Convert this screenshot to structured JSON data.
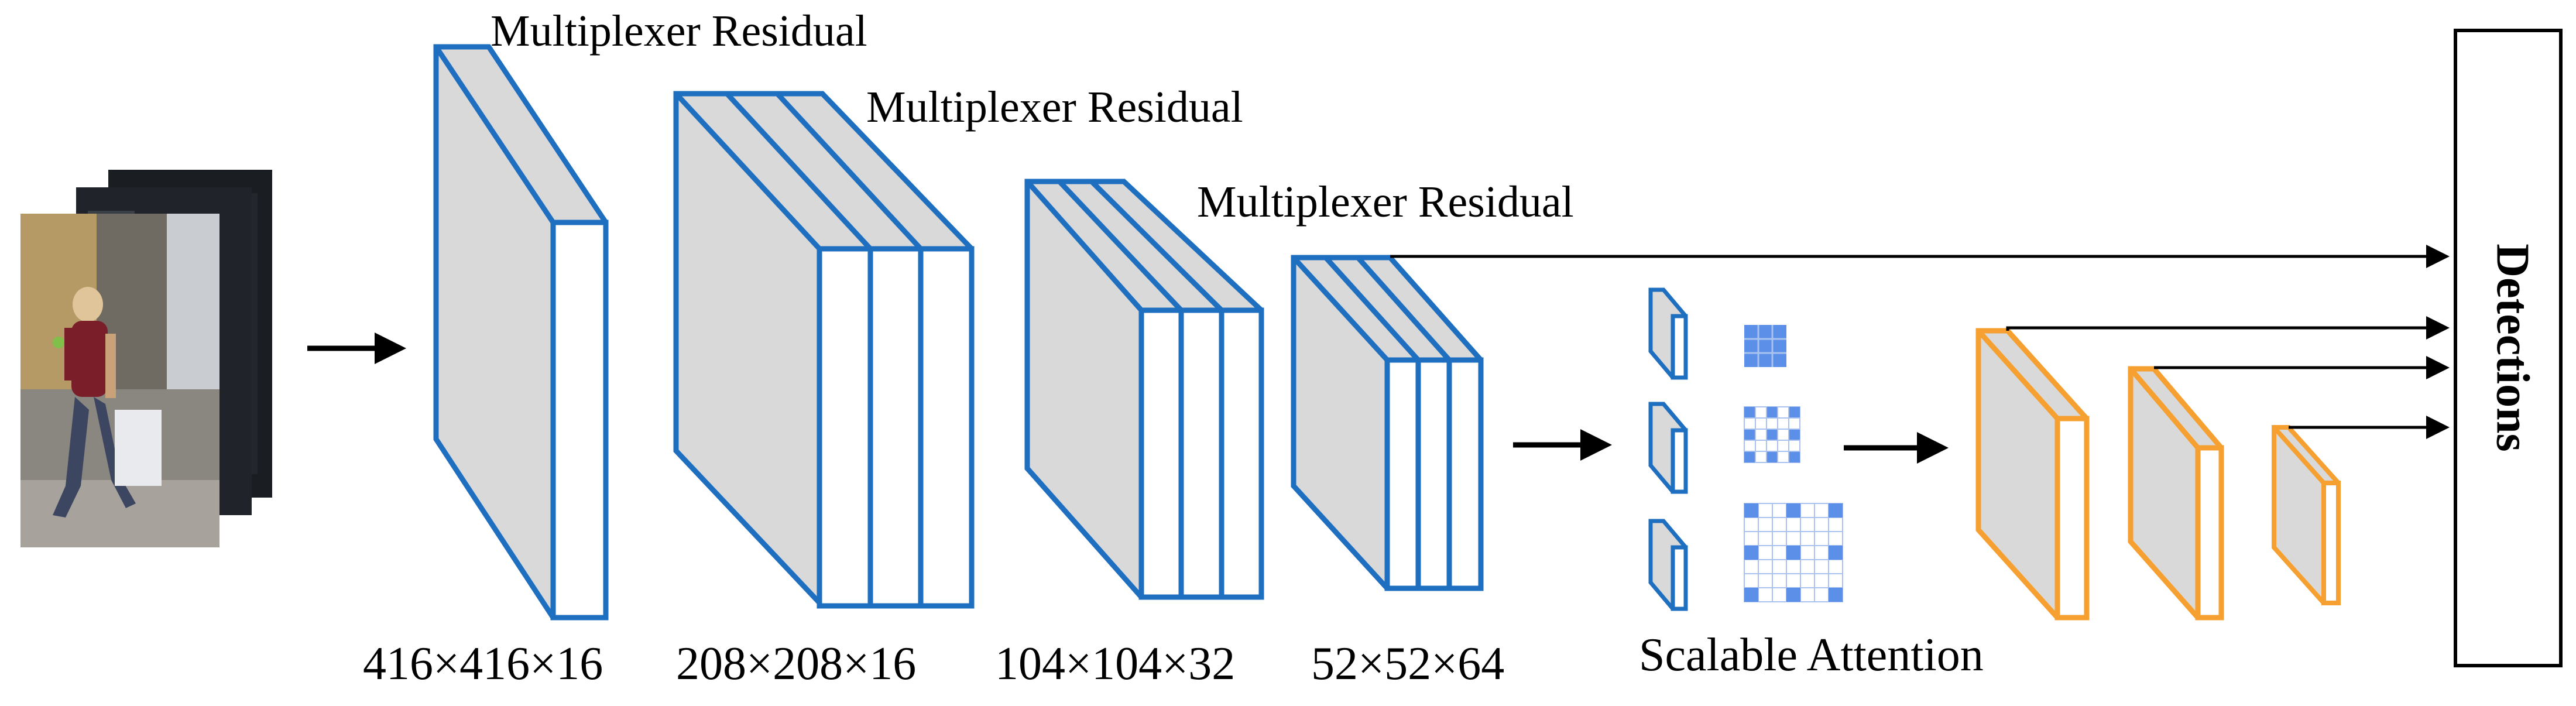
{
  "colors": {
    "blue": "#1f6fc0",
    "orange": "#f5a030",
    "face": "#d9d9d9",
    "black": "#000000",
    "attn_blue": "#5b8fe8",
    "attn_grid": "#a9c2f0"
  },
  "labels": {
    "mux1": "Multiplexer Residual",
    "mux2": "Multiplexer Residual",
    "mux3": "Multiplexer Residual",
    "dim1": "416×416×16",
    "dim2": "208×208×16",
    "dim3": "104×104×32",
    "dim4": "52×52×64",
    "attention": "Scalable Attention",
    "detections": "Detections"
  },
  "input_image": {
    "description_icon": "pedestrian-frames-icon",
    "frames": 3
  }
}
